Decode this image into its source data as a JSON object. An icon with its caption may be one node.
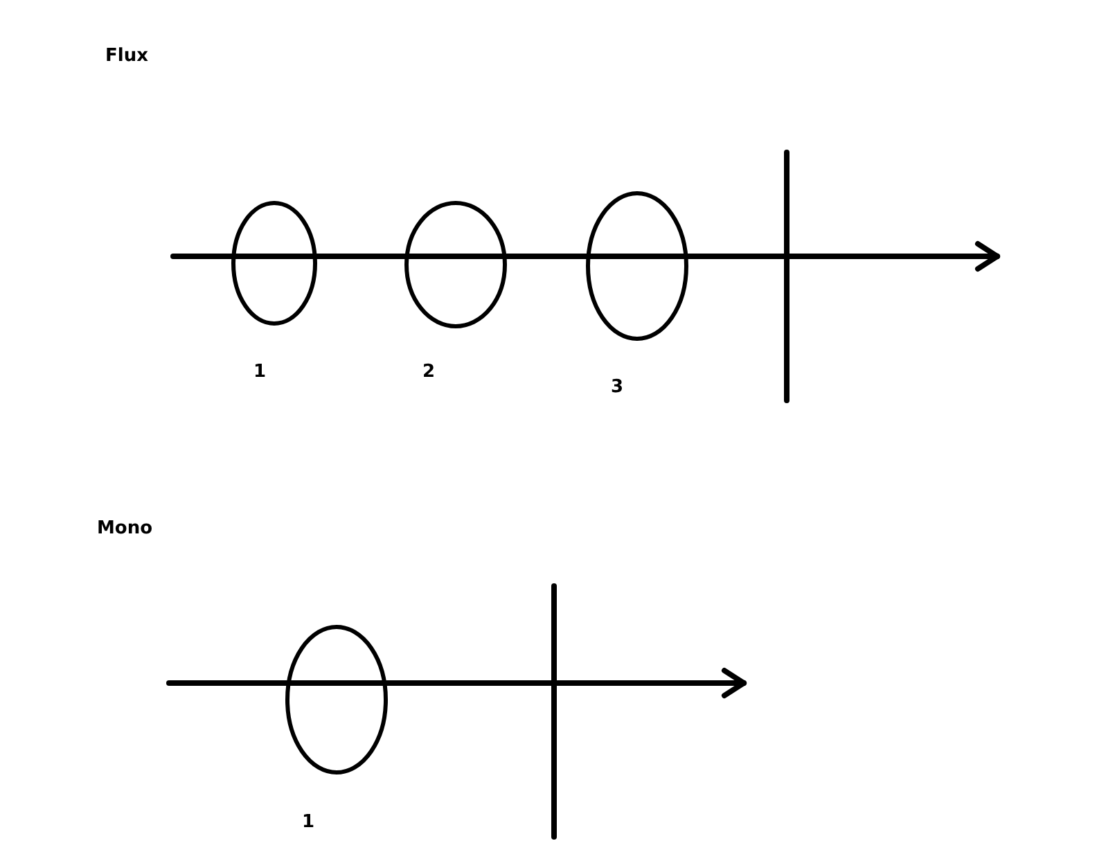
{
  "diagram": {
    "nodes": [
      {
        "text": [],
        "shape": "circle",
        "beside": [
          "1"
        ]
      },
      {
        "text": [],
        "shape": "circle",
        "beside": [
          "2"
        ]
      },
      {
        "text": [],
        "shape": "circle",
        "beside": [
          "3"
        ]
      },
      {
        "text": [],
        "shape": "circle",
        "beside": [
          "1"
        ]
      }
    ],
    "labels": [
      "Flux",
      "Mono"
    ]
  }
}
